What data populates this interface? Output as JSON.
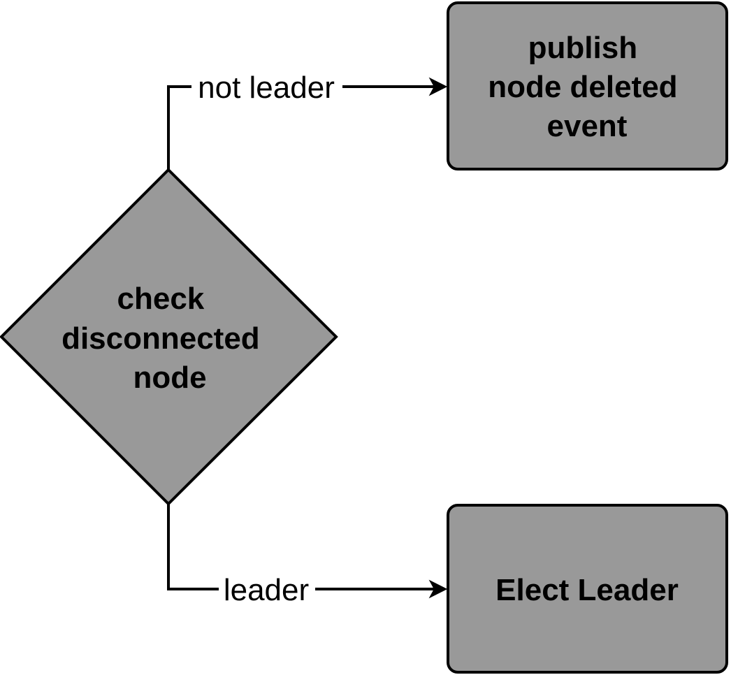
{
  "diagram": {
    "decision": {
      "lines": [
        "check",
        "disconnected",
        "node"
      ]
    },
    "publish_box": {
      "lines": [
        "publish",
        "node deleted",
        "event"
      ]
    },
    "elect_box": {
      "lines": [
        "Elect Leader"
      ]
    },
    "edges": {
      "not_leader_label": "not leader",
      "leader_label": "leader"
    },
    "colors": {
      "shape_fill": "#999999",
      "stroke": "#000000",
      "background": "#ffffff"
    }
  }
}
